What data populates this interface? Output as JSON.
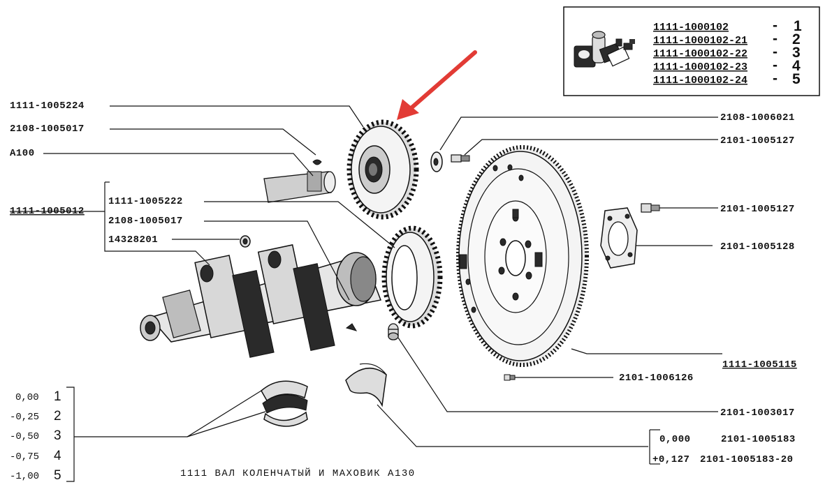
{
  "legend": {
    "rows": [
      {
        "code": "1111-1000102",
        "sep": "-",
        "num": "1"
      },
      {
        "code": "1111-1000102-21",
        "sep": "-",
        "num": "2"
      },
      {
        "code": "1111-1000102-22",
        "sep": "-",
        "num": "3"
      },
      {
        "code": "1111-1000102-23",
        "sep": "-",
        "num": "4"
      },
      {
        "code": "1111-1000102-24",
        "sep": "-",
        "num": "5"
      }
    ]
  },
  "labels": {
    "l1005224": "1111-1005224",
    "l1005017_top": "2108-1005017",
    "la100": "A100",
    "l1005012": "1111-1005012",
    "l1005222": "1111-1005222",
    "l1005017_mid": "2108-1005017",
    "l14328201": "14328201",
    "l1006021": "2108-1006021",
    "l1005127_top": "2101-1005127",
    "l1005127_mid": "2101-1005127",
    "l1005128": "2101-1005128",
    "l1005115": "1111-1005115",
    "l1006126": "2101-1006126",
    "l1003017": "2101-1003017",
    "l1005183_val": "0,000",
    "l1005183": "2101-1005183",
    "l1005183_20_val": "+0,127",
    "l1005183_20": "2101-1005183-20"
  },
  "sizes": [
    {
      "value": "0,00",
      "num": "1"
    },
    {
      "value": "-0,25",
      "num": "2"
    },
    {
      "value": "-0,50",
      "num": "3"
    },
    {
      "value": "-0,75",
      "num": "4"
    },
    {
      "value": "-1,00",
      "num": "5"
    }
  ],
  "caption": "1111  ВАЛ КОЛЕНЧАТЫЙ И МАХОВИК А130",
  "colors": {
    "arrow": "#e23b35",
    "ink": "#111111"
  },
  "icons": {
    "arrow": "red-pointer-arrow",
    "legend": "bearing-kit-icon"
  }
}
